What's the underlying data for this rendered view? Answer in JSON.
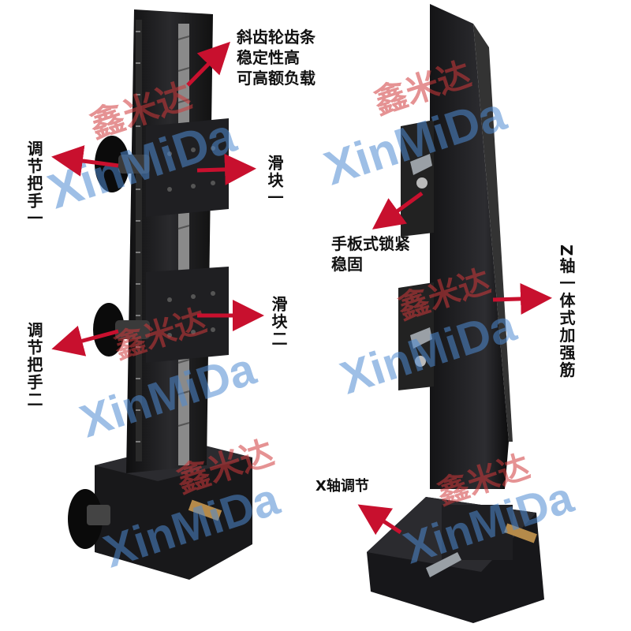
{
  "watermark": {
    "cn": "鑫米达",
    "en": "XinMiDa"
  },
  "colors": {
    "arrow": "#c8102e",
    "watermark_blue": "#4f8ad1",
    "watermark_red": "#d0393b",
    "metal": "#1c1c1e"
  },
  "callouts": {
    "rack": {
      "line1": "斜齿轮齿条",
      "line2": "稳定性高",
      "line3": "可高额负载"
    },
    "knob1": "调节把手一",
    "slider1": "滑块一",
    "slider2": "滑块二",
    "knob2": "调节把手二",
    "lock": {
      "line1": "手板式锁紧",
      "line2": "稳固"
    },
    "rib": "Z轴一体式加强筋",
    "xaxis": "X轴调节"
  }
}
